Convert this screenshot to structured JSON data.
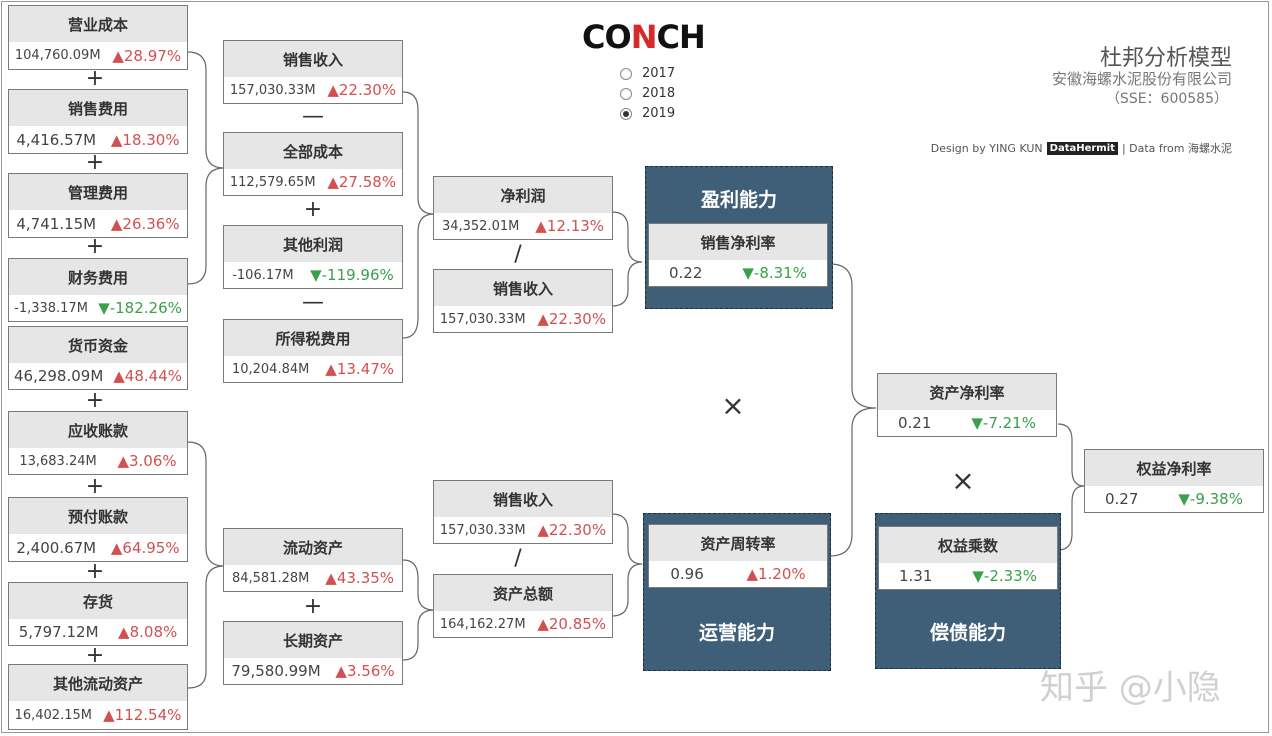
{
  "header": {
    "logo_text_1": "CO",
    "logo_slash": "N",
    "logo_text_2": "CH",
    "years": [
      {
        "label": "2017",
        "selected": false
      },
      {
        "label": "2018",
        "selected": false
      },
      {
        "label": "2019",
        "selected": true
      }
    ],
    "title": "杜邦分析模型",
    "company": "安徽海螺水泥股份有限公司",
    "code": "（SSE：600585）",
    "credit_design": "Design by YING KUN",
    "credit_tag": "DataHermit",
    "credit_data": "| Data from 海螺水泥"
  },
  "col1": [
    {
      "title": "营业成本",
      "value": "104,760.09M",
      "change": "▲28.97%",
      "dir": "up"
    },
    {
      "title": "销售费用",
      "value": "4,416.57M",
      "change": "▲18.30%",
      "dir": "up"
    },
    {
      "title": "管理费用",
      "value": "4,741.15M",
      "change": "▲26.36%",
      "dir": "up"
    },
    {
      "title": "财务费用",
      "value": "-1,338.17M",
      "change": "▼-182.26%",
      "dir": "down"
    },
    {
      "title": "货币资金",
      "value": "46,298.09M",
      "change": "▲48.44%",
      "dir": "up"
    },
    {
      "title": "应收账款",
      "value": "13,683.24M",
      "change": "▲3.06%",
      "dir": "up"
    },
    {
      "title": "预付账款",
      "value": "2,400.67M",
      "change": "▲64.95%",
      "dir": "up"
    },
    {
      "title": "存货",
      "value": "5,797.12M",
      "change": "▲8.08%",
      "dir": "up"
    },
    {
      "title": "其他流动资产",
      "value": "16,402.15M",
      "change": "▲112.54%",
      "dir": "up"
    }
  ],
  "col2": [
    {
      "title": "销售收入",
      "value": "157,030.33M",
      "change": "▲22.30%",
      "dir": "up"
    },
    {
      "title": "全部成本",
      "value": "112,579.65M",
      "change": "▲27.58%",
      "dir": "up"
    },
    {
      "title": "其他利润",
      "value": "-106.17M",
      "change": "▼-119.96%",
      "dir": "down"
    },
    {
      "title": "所得税费用",
      "value": "10,204.84M",
      "change": "▲13.47%",
      "dir": "up"
    },
    {
      "title": "流动资产",
      "value": "84,581.28M",
      "change": "▲43.35%",
      "dir": "up"
    },
    {
      "title": "长期资产",
      "value": "79,580.99M",
      "change": "▲3.56%",
      "dir": "up"
    }
  ],
  "col3": [
    {
      "title": "净利润",
      "value": "34,352.01M",
      "change": "▲12.13%",
      "dir": "up"
    },
    {
      "title": "销售收入",
      "value": "157,030.33M",
      "change": "▲22.30%",
      "dir": "up"
    },
    {
      "title": "销售收入",
      "value": "157,030.33M",
      "change": "▲22.30%",
      "dir": "up"
    },
    {
      "title": "资产总额",
      "value": "164,162.27M",
      "change": "▲20.85%",
      "dir": "up"
    }
  ],
  "panels": {
    "profit": "盈利能力",
    "operation": "运营能力",
    "solvency": "偿债能力"
  },
  "ratios": [
    {
      "title": "销售净利率",
      "value": "0.22",
      "change": "▼-8.31%",
      "dir": "down"
    },
    {
      "title": "资产周转率",
      "value": "0.96",
      "change": "▲1.20%",
      "dir": "up"
    },
    {
      "title": "资产净利率",
      "value": "0.21",
      "change": "▼-7.21%",
      "dir": "down"
    },
    {
      "title": "权益乘数",
      "value": "1.31",
      "change": "▼-2.33%",
      "dir": "down"
    },
    {
      "title": "权益净利率",
      "value": "0.27",
      "change": "▼-9.38%",
      "dir": "down"
    }
  ],
  "operators": {
    "plus": "+",
    "minus": "—",
    "divide": "/",
    "times": "×"
  },
  "watermark": "知乎 @小隐"
}
